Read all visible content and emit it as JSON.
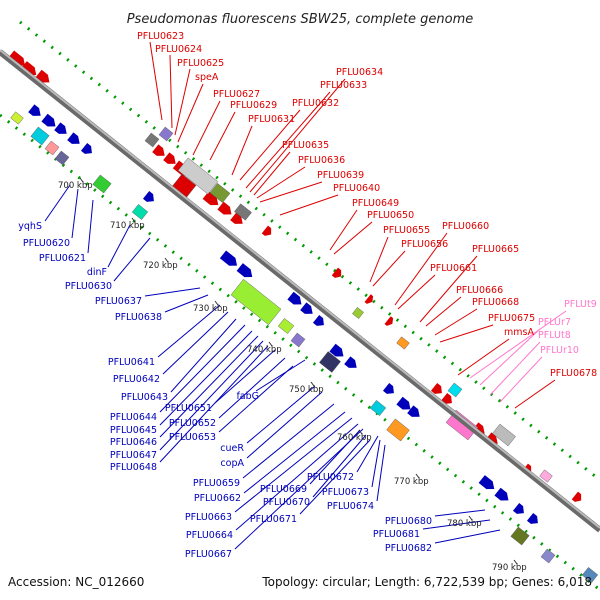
{
  "title": "Pseudomonas fluorescens SBW25, complete genome",
  "footer": {
    "accession": "Accession: NC_012660",
    "info": "Topology: circular; Length: 6,722,539 bp; Genes: 6,018"
  },
  "colors": {
    "forward": "#dd0000",
    "reverse": "#0000bb",
    "rna": "#ff77cc",
    "backbone": "#888888",
    "track_dots": "#009900"
  },
  "ticks": [
    "700 kbp",
    "710 kbp",
    "720 kbp",
    "730 kbp",
    "740 kbp",
    "750 kbp",
    "760 kbp",
    "770 kbp",
    "780 kbp",
    "790 kbp"
  ],
  "labels_red": [
    "PFLU0623",
    "PFLU0624",
    "PFLU0625",
    "speA",
    "PFLU0627",
    "PFLU0629",
    "PFLU0631",
    "PFLU0632",
    "PFLU0633",
    "PFLU0634",
    "PFLU0635",
    "PFLU0636",
    "PFLU0639",
    "PFLU0640",
    "PFLU0649",
    "PFLU0650",
    "PFLU0655",
    "PFLU0656",
    "PFLU0660",
    "PFLU0661",
    "PFLU0665",
    "PFLU0666",
    "PFLU0668",
    "PFLU0675",
    "mmsA",
    "PFLU0678"
  ],
  "labels_pink": [
    "PFLUt9",
    "PFLUr7",
    "PFLUt8",
    "PFLUr10"
  ],
  "labels_blue": [
    "yqhS",
    "PFLU0620",
    "PFLU0621",
    "dinF",
    "PFLU0630",
    "PFLU0637",
    "PFLU0638",
    "PFLU0641",
    "PFLU0642",
    "PFLU0643",
    "PFLU0644",
    "PFLU0645",
    "PFLU0646",
    "PFLU0647",
    "PFLU0648",
    "PFLU0651",
    "PFLU0652",
    "PFLU0653",
    "fabG",
    "cueR",
    "copA",
    "PFLU0659",
    "PFLU0662",
    "PFLU0663",
    "PFLU0664",
    "PFLU0667",
    "PFLU0669",
    "PFLU0670",
    "PFLU0671",
    "PFLU0672",
    "PFLU0673",
    "PFLU0674",
    "PFLU0680",
    "PFLU0681",
    "PFLU0682"
  ]
}
